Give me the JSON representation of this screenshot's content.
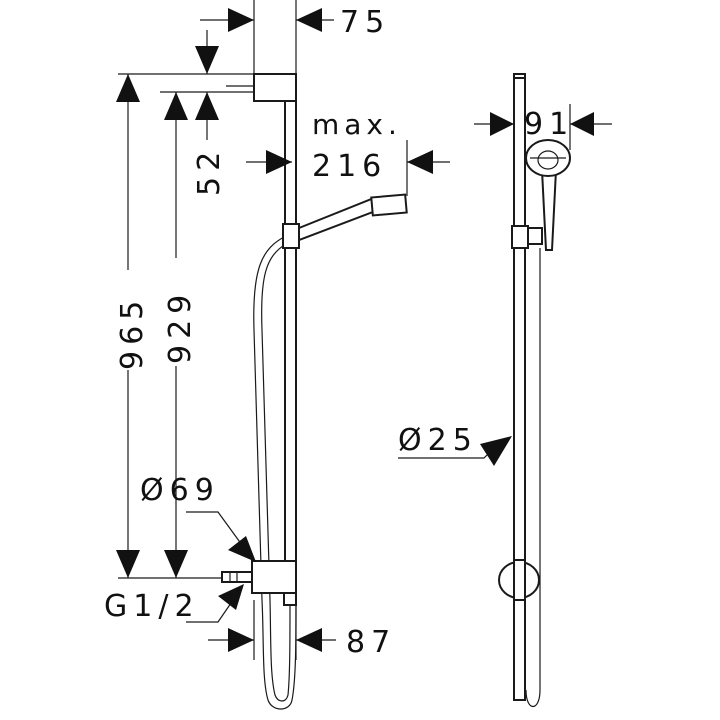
{
  "dimensions": {
    "d75": "75",
    "d52": "52",
    "d965": "965",
    "d929": "929",
    "max_label": "max.",
    "d216": "216",
    "d69": "Ø69",
    "g12": "G1/2",
    "d87": "87",
    "d91": "91",
    "d25": "Ø25"
  },
  "colors": {
    "ink": "#1a1a1a",
    "background": "#ffffff"
  }
}
